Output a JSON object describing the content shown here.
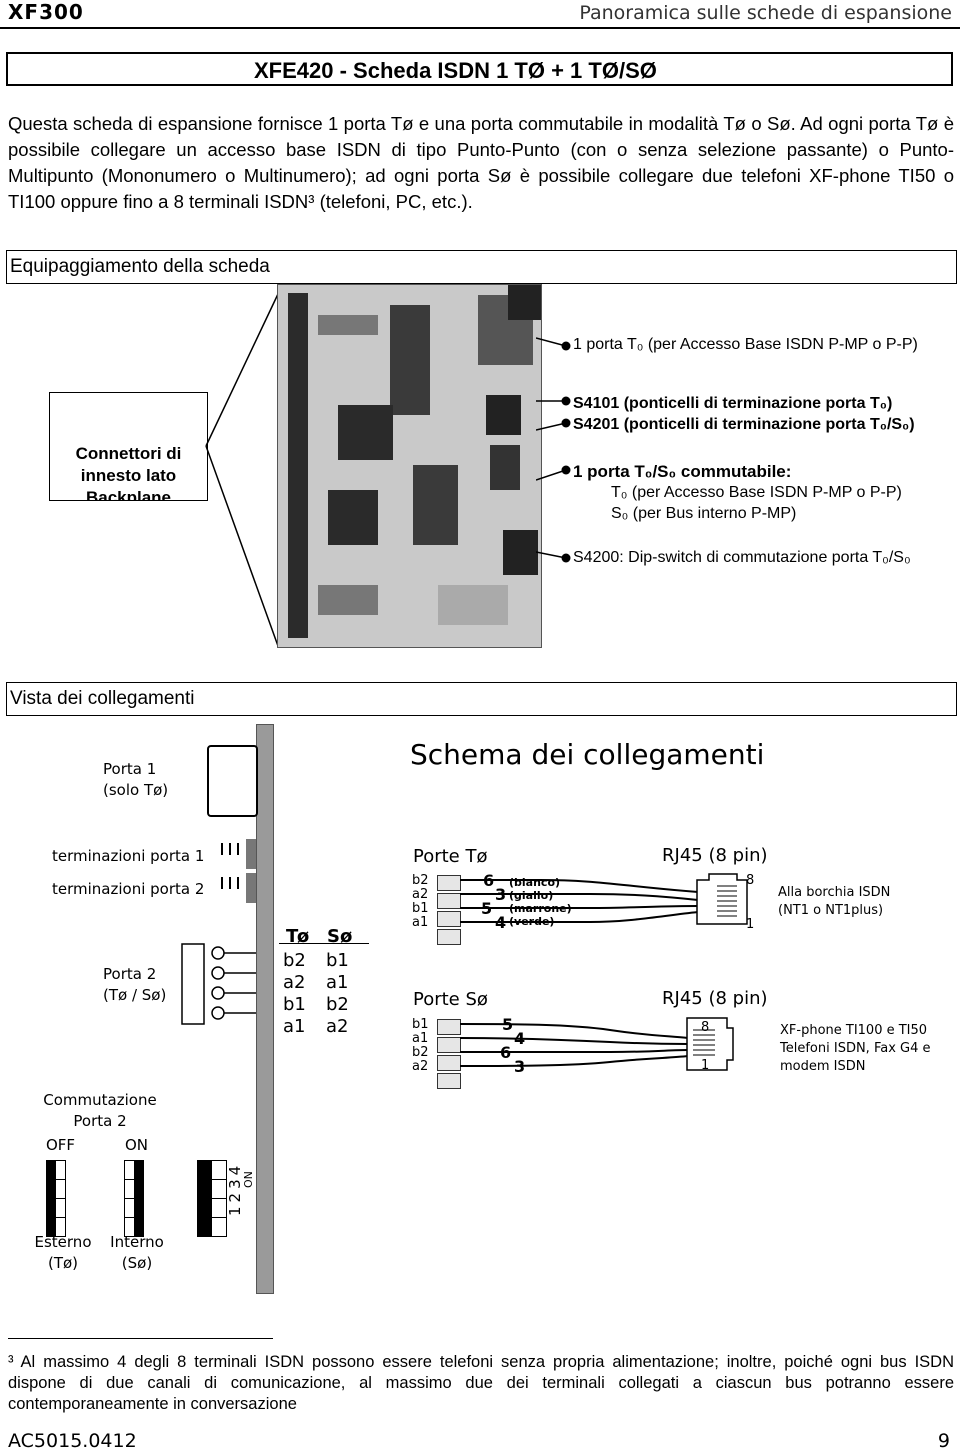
{
  "header": {
    "brand": "XF300",
    "section": "Panoramica sulle schede di espansione"
  },
  "title": "XFE420 - Scheda ISDN 1 TØ + 1 TØ/SØ",
  "intro": "Questa scheda di espansione fornisce 1 porta Tø e una porta commutabile in modalità Tø o Sø. Ad ogni porta Tø è possibile collegare un accesso base ISDN di tipo Punto-Punto (con o senza selezione passante) o Punto-Multipunto (Mononumero o Multinumero); ad ogni porta Sø è possibile collegare due telefoni XF-phone TI50 o TI100 oppure fino a 8 terminali ISDN³ (telefoni, PC, etc.).",
  "equip": {
    "heading": "Equipaggiamento della scheda",
    "connectors_box": "Connettori di innesto lato Backplane",
    "port1": "1 porta T₀ (per Accesso Base ISDN P-MP o P-P)",
    "s4101": "S4101 (ponticelli di terminazione porta T₀)",
    "s4201": "S4201 (ponticelli di terminazione porta T₀/S₀)",
    "port2": "1 porta T₀/S₀ commutabile:",
    "port2_t": "T₀ (per Accesso Base ISDN P-MP o P-P)",
    "port2_s": "S₀ (per Bus interno P-MP)",
    "s4200": "S4200: Dip-switch di commutazione porta T₀/S₀"
  },
  "links": {
    "heading": "Vista dei collegamenti",
    "schema_title": "Schema dei collegamenti",
    "porta1": "Porta 1",
    "porta1_sub": "(solo Tø)",
    "term1": "terminazioni porta 1",
    "term2": "terminazioni porta 2",
    "porta2": "Porta 2",
    "porta2_sub": "(Tø / Sø)",
    "col_t": "Tø",
    "col_s": "Sø",
    "t_pins": [
      "b2",
      "a2",
      "b1",
      "a1"
    ],
    "s_pins": [
      "b1",
      "a1",
      "b2",
      "a2"
    ],
    "porte_t": "Porte Tø",
    "porte_s": "Porte Sø",
    "rj45": "RJ45 (8 pin)",
    "t_left_pins": [
      "b2",
      "a2",
      "b1",
      "a1"
    ],
    "t_nums": [
      "6",
      "3",
      "5",
      "4"
    ],
    "t_colors": [
      "(bianco)",
      "(giallo)",
      "(marrone)",
      "(verde)"
    ],
    "s_left_pins": [
      "b1",
      "a1",
      "b2",
      "a2"
    ],
    "s_nums": [
      "5",
      "4",
      "6",
      "3"
    ],
    "pin8": "8",
    "pin1": "1",
    "t_dest": "Alla borchia ISDN (NT1 o NT1plus)",
    "s_dest": "XF-phone TI100 e TI50 Telefoni ISDN, Fax G4 e modem ISDN",
    "comm": "Commutazione Porta 2",
    "off": "OFF",
    "on": "ON",
    "dip_on": "ON",
    "dip_nums": [
      "1",
      "2",
      "3",
      "4"
    ],
    "ext": "Esterno (Tø)",
    "int": "Interno (Sø)"
  },
  "footnote": "³ Al massimo 4 degli 8 terminali ISDN possono essere telefoni senza propria alimentazione; inoltre, poiché ogni bus ISDN dispone di due canali di comunicazione, al massimo due dei terminali collegati a ciascun bus potranno essere contemporaneamente in conversazione",
  "footer": {
    "code": "AC5015.0412",
    "page": "9"
  }
}
